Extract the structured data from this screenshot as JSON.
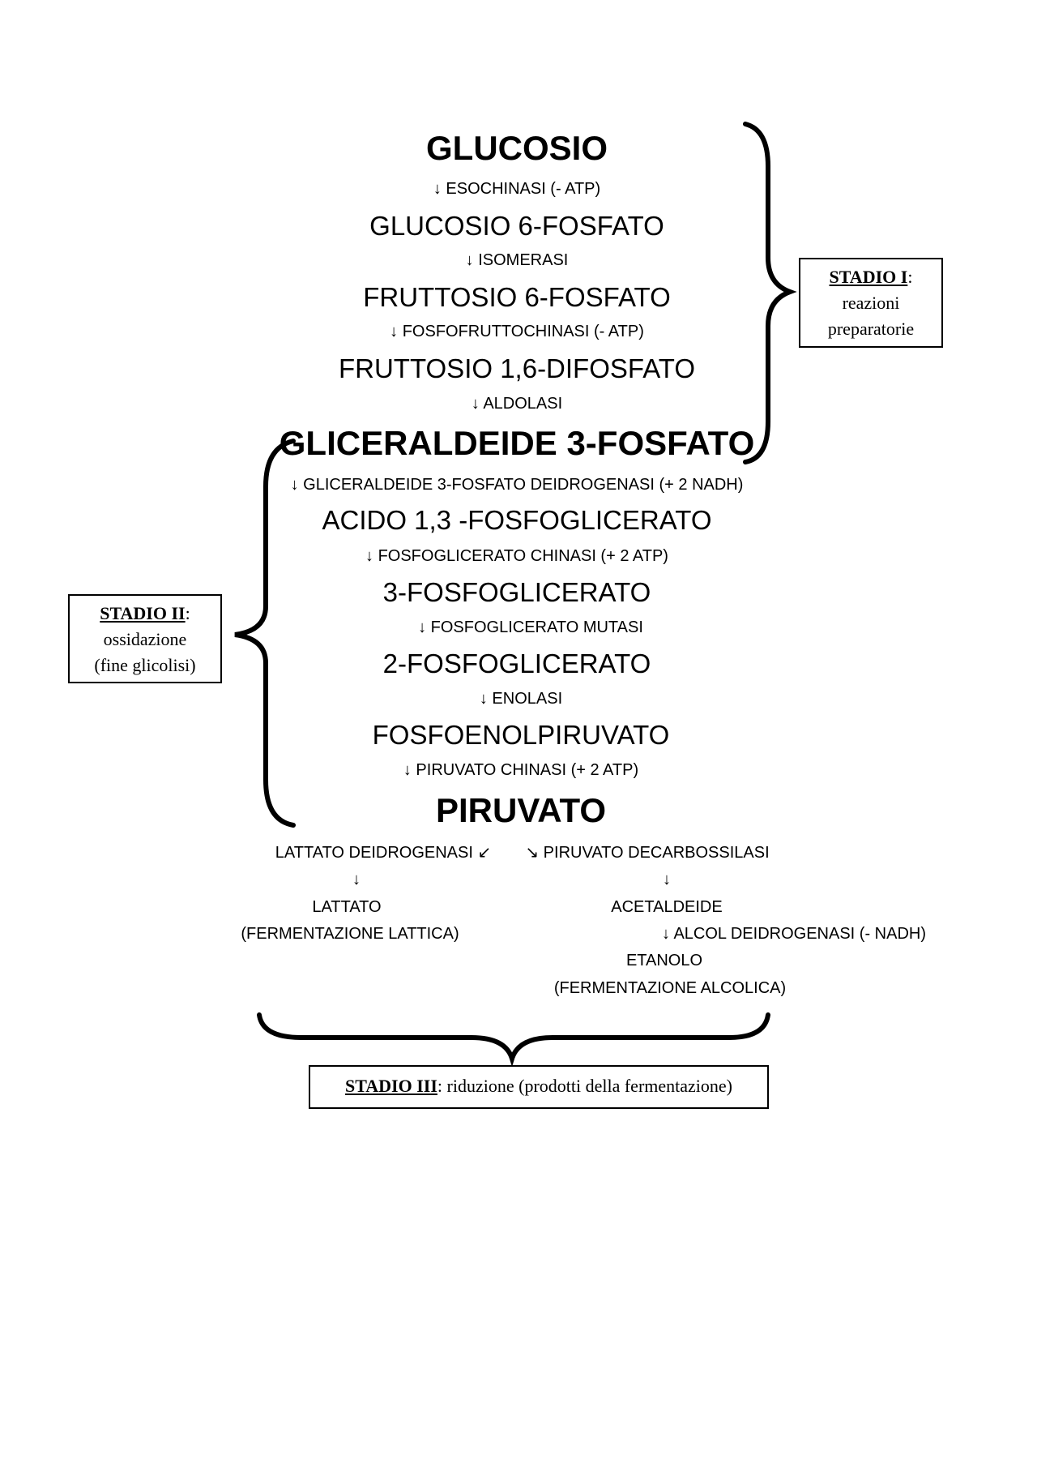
{
  "pathway": {
    "glucosio": "GLUCOSIO",
    "enz1": "↓ ESOCHINASI (- ATP)",
    "g6p": "GLUCOSIO 6-FOSFATO",
    "enz2": "↓ ISOMERASI",
    "f6p": "FRUTTOSIO 6-FOSFATO",
    "enz3": "↓ FOSFOFRUTTOCHINASI (- ATP)",
    "f16bp": "FRUTTOSIO 1,6-DIFOSFATO",
    "enz4": "↓ ALDOLASI",
    "g3p": "GLICERALDEIDE 3-FOSFATO",
    "enz5": "↓ GLICERALDEIDE 3-FOSFATO DEIDROGENASI  (+ 2 NADH)",
    "bpg13": "ACIDO 1,3 -FOSFOGLICERATO",
    "enz6": "↓ FOSFOGLICERATO CHINASI (+ 2 ATP)",
    "pg3": "3-FOSFOGLICERATO",
    "enz7": "↓ FOSFOGLICERATO MUTASI",
    "pg2": "2-FOSFOGLICERATO",
    "enz8": "↓ ENOLASI",
    "pep": "FOSFOENOLPIRUVATO",
    "enz9": "↓ PIRUVATO CHINASI (+ 2 ATP)",
    "piruvato": "PIRUVATO"
  },
  "fermentation": {
    "left_enzyme": "LATTATO DEIDROGENASI ↙",
    "right_enzyme": "↘  PIRUVATO DECARBOSSILASI",
    "left_arrow": "↓",
    "right_arrow": "↓",
    "lattato": "LATTATO",
    "lattica": "(FERMENTAZIONE LATTICA)",
    "acetaldeide": "ACETALDEIDE",
    "alcol_enzyme": "↓ ALCOL DEIDROGENASI (- NADH)",
    "etanolo": "ETANOLO",
    "alcolica": "(FERMENTAZIONE ALCOLICA)"
  },
  "stages": {
    "s1_title": "STADIO I",
    "s1_colon": ":",
    "s1_line1": "reazioni",
    "s1_line2": "preparatorie",
    "s2_title": "STADIO II",
    "s2_colon": ":",
    "s2_line1": "ossidazione",
    "s2_line2": "(fine glicolisi)",
    "s3_title": "STADIO III",
    "s3_rest": ": riduzione (prodotti della fermentazione)"
  }
}
